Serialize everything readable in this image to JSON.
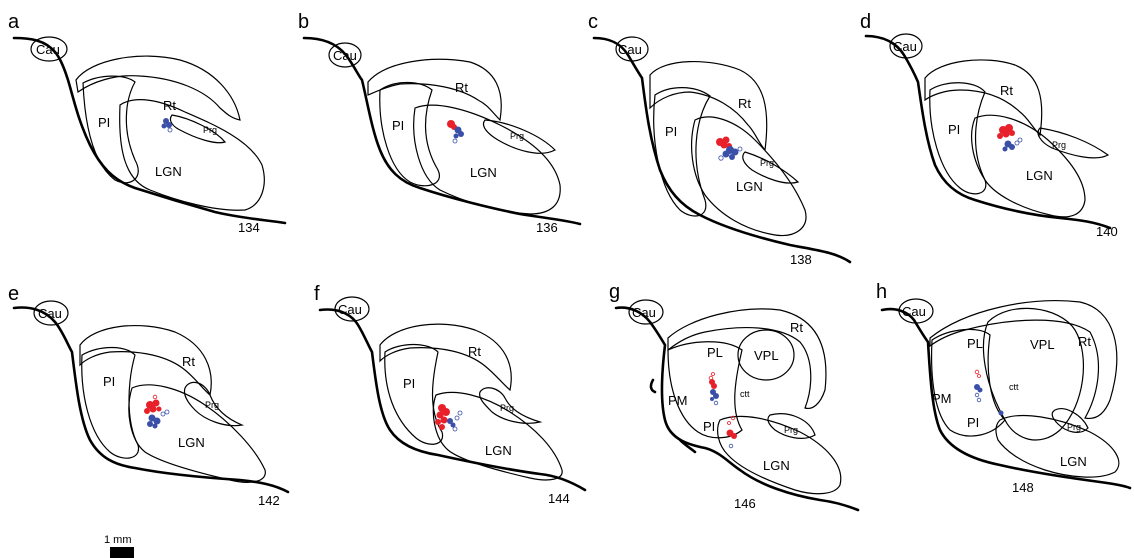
{
  "colors": {
    "red_cluster": "#e8202a",
    "blue_cluster": "#3a4fa8",
    "outline": "#000000"
  },
  "panels": [
    {
      "letter": "a",
      "section": "134",
      "labels": {
        "cau": "Cau",
        "rt": "Rt",
        "pi": "PI",
        "prg": "Prg",
        "lgn": "LGN"
      }
    },
    {
      "letter": "b",
      "section": "136",
      "labels": {
        "cau": "Cau",
        "rt": "Rt",
        "pi": "PI",
        "prg": "Prg",
        "lgn": "LGN"
      }
    },
    {
      "letter": "c",
      "section": "138",
      "labels": {
        "cau": "Cau",
        "rt": "Rt",
        "pi": "PI",
        "prg": "Prg",
        "lgn": "LGN"
      }
    },
    {
      "letter": "d",
      "section": "140",
      "labels": {
        "cau": "Cau",
        "rt": "Rt",
        "pi": "PI",
        "prg": "Prg",
        "lgn": "LGN"
      }
    },
    {
      "letter": "e",
      "section": "142",
      "labels": {
        "cau": "Cau",
        "rt": "Rt",
        "pi": "PI",
        "prg": "Prg",
        "lgn": "LGN"
      }
    },
    {
      "letter": "f",
      "section": "144",
      "labels": {
        "cau": "Cau",
        "rt": "Rt",
        "pi": "PI",
        "prg": "Prg",
        "lgn": "LGN"
      }
    },
    {
      "letter": "g",
      "section": "146",
      "labels": {
        "cau": "Cau",
        "rt": "Rt",
        "pi": "PI",
        "prg": "Prg",
        "lgn": "LGN",
        "pl": "PL",
        "pm": "PM",
        "vpl": "VPL",
        "ctt": "ctt"
      }
    },
    {
      "letter": "h",
      "section": "148",
      "labels": {
        "cau": "Cau",
        "rt": "Rt",
        "pi": "PI",
        "prg": "Prg",
        "lgn": "LGN",
        "pl": "PL",
        "pm": "PM",
        "vpl": "VPL",
        "ctt": "ctt"
      }
    }
  ],
  "scale_bar": {
    "label": "1 mm"
  }
}
